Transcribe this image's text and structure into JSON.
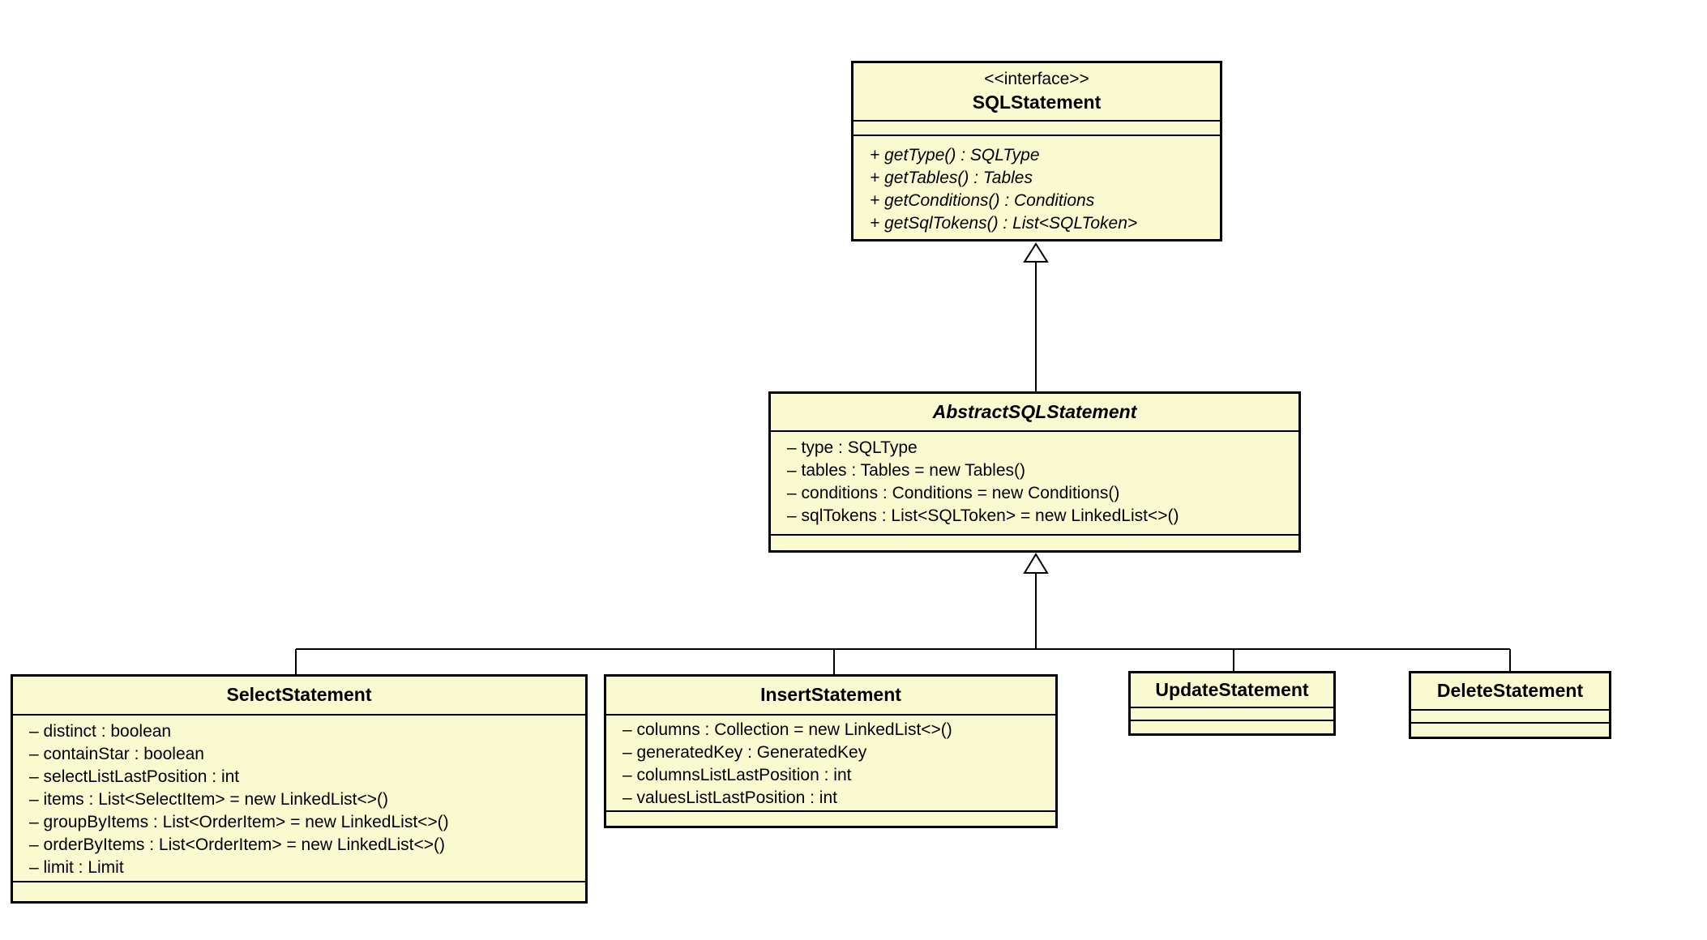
{
  "diagram": {
    "kind": "uml-class-diagram",
    "colors": {
      "background": "#FFFFFF",
      "box_fill": "#FAFAD0",
      "box_border": "#000000",
      "edge": "#000000",
      "text": "#000000"
    },
    "classes": {
      "sql_statement": {
        "stereotype": "<<interface>>",
        "name": "SQLStatement",
        "methods": [
          "+ getType() : SQLType",
          "+ getTables() : Tables",
          "+ getConditions() : Conditions",
          "+ getSqlTokens() : List<SQLToken>"
        ]
      },
      "abstract_sql_statement": {
        "name": "AbstractSQLStatement",
        "attributes": [
          "– type : SQLType",
          "– tables : Tables = new Tables()",
          "– conditions : Conditions = new Conditions()",
          "– sqlTokens : List<SQLToken> = new LinkedList<>()"
        ]
      },
      "select_statement": {
        "name": "SelectStatement",
        "attributes": [
          "– distinct : boolean",
          "– containStar : boolean",
          "– selectListLastPosition : int",
          "– items : List<SelectItem> = new LinkedList<>()",
          "– groupByItems : List<OrderItem> = new LinkedList<>()",
          "– orderByItems : List<OrderItem> = new LinkedList<>()",
          "– limit : Limit"
        ]
      },
      "insert_statement": {
        "name": "InsertStatement",
        "attributes": [
          "– columns : Collection = new LinkedList<>()",
          "– generatedKey : GeneratedKey",
          "– columnsListLastPosition : int",
          "– valuesListLastPosition : int"
        ]
      },
      "update_statement": {
        "name": "UpdateStatement"
      },
      "delete_statement": {
        "name": "DeleteStatement"
      }
    },
    "edges": [
      {
        "from": "AbstractSQLStatement",
        "to": "SQLStatement",
        "type": "generalization"
      },
      {
        "from": "SelectStatement",
        "to": "AbstractSQLStatement",
        "type": "generalization"
      },
      {
        "from": "InsertStatement",
        "to": "AbstractSQLStatement",
        "type": "generalization"
      },
      {
        "from": "UpdateStatement",
        "to": "AbstractSQLStatement",
        "type": "generalization"
      },
      {
        "from": "DeleteStatement",
        "to": "AbstractSQLStatement",
        "type": "generalization"
      }
    ]
  }
}
